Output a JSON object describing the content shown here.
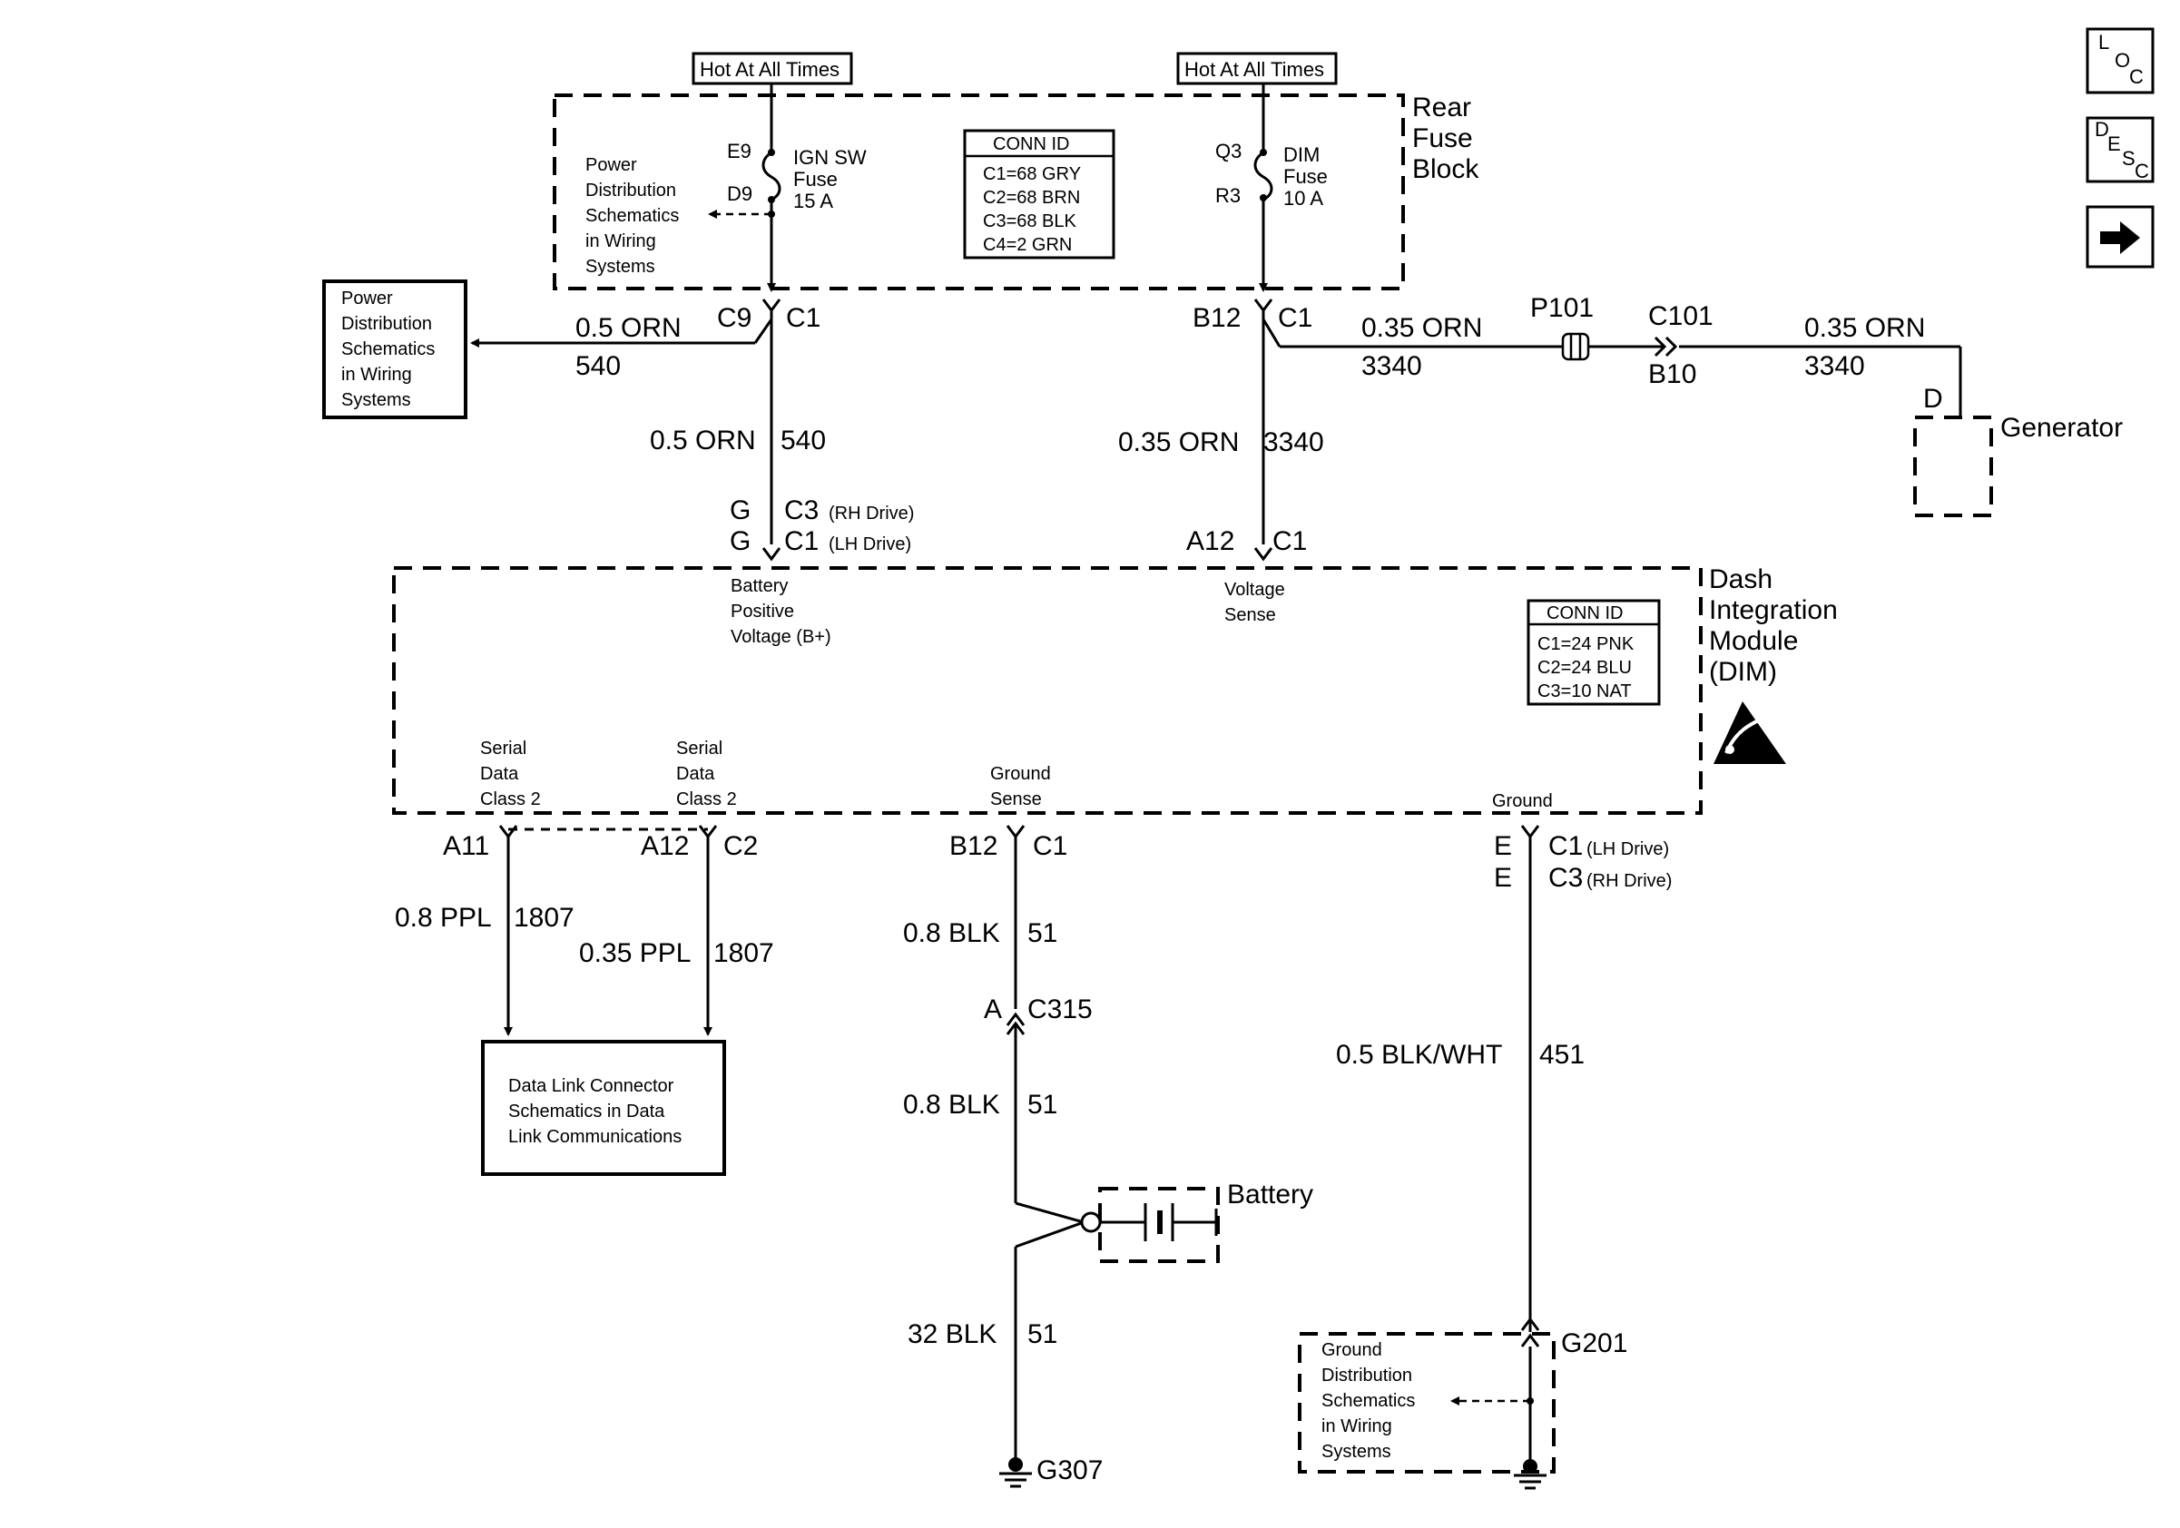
{
  "hot": {
    "left": "Hot At All Times",
    "right": "Hot At All Times"
  },
  "rear_fuse_block": {
    "title_lines": [
      "Rear",
      "Fuse",
      "Block"
    ]
  },
  "ign_fuse": {
    "pin_top": "E9",
    "pin_bottom": "D9",
    "lines": [
      "IGN SW",
      "Fuse",
      "15 A"
    ]
  },
  "dim_fuse": {
    "pin_top": "Q3",
    "pin_bottom": "R3",
    "lines": [
      "DIM",
      "Fuse",
      "10 A"
    ]
  },
  "power_dist_inner": {
    "lines": [
      "Power",
      "Distribution",
      "Schematics",
      "in Wiring",
      "Systems"
    ]
  },
  "conn_id_fuse": {
    "title": "CONN ID",
    "lines": [
      "C1=68 GRY",
      "C2=68 BRN",
      "C3=68 BLK",
      "C4=2 GRN"
    ]
  },
  "c9": {
    "pin": "C9",
    "conn": "C1"
  },
  "b12_top": {
    "pin": "B12",
    "conn": "C1"
  },
  "power_dist_box": {
    "lines": [
      "Power",
      "Distribution",
      "Schematics",
      "in Wiring",
      "Systems"
    ]
  },
  "wire_540_left": {
    "size": "0.5 ORN",
    "circuit": "540"
  },
  "wire_540_down": {
    "size": "0.5 ORN",
    "circuit": "540"
  },
  "wire_3340_down": {
    "size": "0.35 ORN",
    "circuit": "3340"
  },
  "wire_3340_right1": {
    "size": "0.35 ORN",
    "circuit": "3340"
  },
  "wire_3340_right2": {
    "size": "0.35 ORN",
    "circuit": "3340"
  },
  "p101": "P101",
  "c101": {
    "conn": "C101",
    "pin": "B10"
  },
  "generator": {
    "pin": "D",
    "label": "Generator"
  },
  "dim_top_left": {
    "g1": "G",
    "c3": "C3",
    "c3_note": "(RH Drive)",
    "g2": "G",
    "c1": "C1",
    "c1_note": "(LH Drive)"
  },
  "dim_top_right": {
    "pin": "A12",
    "conn": "C1"
  },
  "batt_pos": {
    "lines": [
      "Battery",
      "Positive",
      "Voltage (B+)"
    ]
  },
  "volt_sense": {
    "lines": [
      "Voltage",
      "Sense"
    ]
  },
  "dim_module": {
    "title_lines": [
      "Dash",
      "Integration",
      "Module",
      "(DIM)"
    ]
  },
  "conn_id_dim": {
    "title": "CONN ID",
    "lines": [
      "C1=24 PNK",
      "C2=24 BLU",
      "C3=10 NAT"
    ]
  },
  "serial1": {
    "lines": [
      "Serial",
      "Data",
      "Class 2"
    ],
    "pin": "A11"
  },
  "serial2": {
    "lines": [
      "Serial",
      "Data",
      "Class 2"
    ],
    "pin": "A12",
    "conn": "C2"
  },
  "ground_sense": {
    "lines": [
      "Ground",
      "Sense"
    ],
    "pin": "B12",
    "conn": "C1"
  },
  "ground": {
    "label": "Ground",
    "e1": "E",
    "c1": "C1",
    "c1_note": "(LH Drive)",
    "e2": "E",
    "c3": "C3",
    "c3_note": "(RH Drive)"
  },
  "wire_1807_a": {
    "size": "0.8 PPL",
    "circuit": "1807"
  },
  "wire_1807_b": {
    "size": "0.35 PPL",
    "circuit": "1807"
  },
  "dlc_box": {
    "lines": [
      "Data Link Connector",
      "Schematics in Data",
      "Link Communications"
    ]
  },
  "wire_51_a": {
    "size": "0.8 BLK",
    "circuit": "51"
  },
  "c315": {
    "pin": "A",
    "conn": "C315"
  },
  "wire_51_b": {
    "size": "0.8 BLK",
    "circuit": "51"
  },
  "battery": "Battery",
  "wire_51_c": {
    "size": "32 BLK",
    "circuit": "51"
  },
  "g307": "G307",
  "wire_451": {
    "size": "0.5 BLK/WHT",
    "circuit": "451"
  },
  "g201": "G201",
  "ground_dist": {
    "lines": [
      "Ground",
      "Distribution",
      "Schematics",
      "in Wiring",
      "Systems"
    ]
  },
  "nav": {
    "loc": [
      "L",
      "O",
      "C"
    ],
    "desc": [
      "D",
      "E",
      "S",
      "C"
    ]
  }
}
